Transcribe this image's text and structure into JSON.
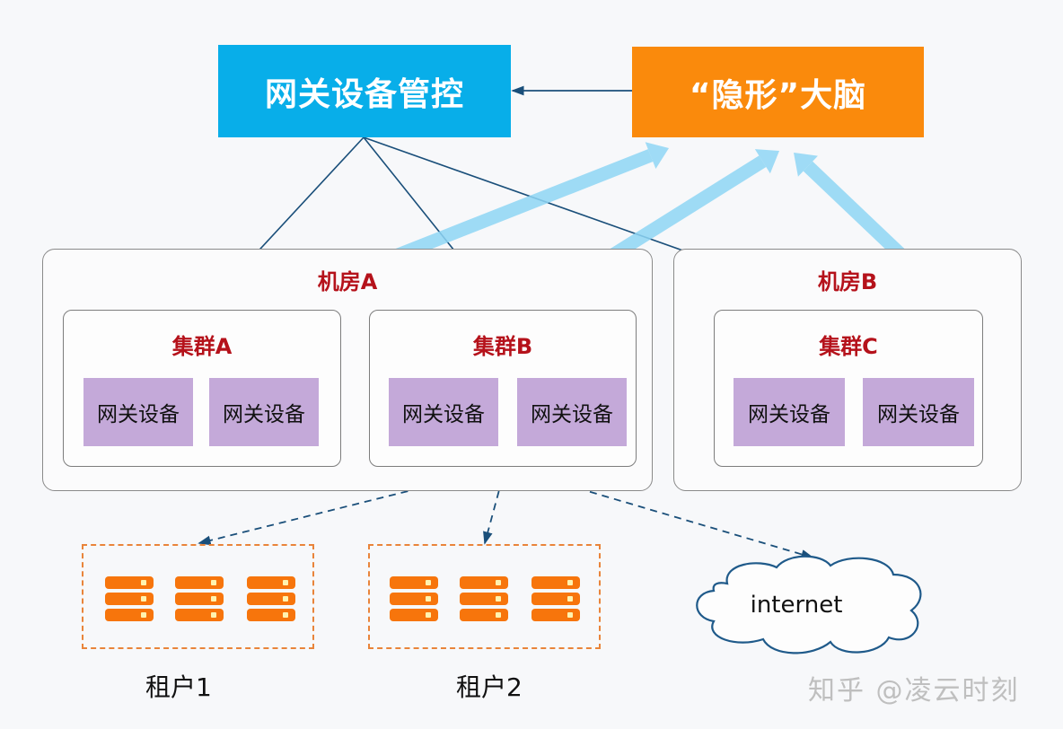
{
  "top": {
    "management_label": "网关设备管控",
    "brain_label": "“隐形”大脑"
  },
  "rooms": [
    {
      "label": "机房A",
      "clusters": [
        {
          "label": "集群A",
          "devices": [
            "网关设备",
            "网关设备"
          ]
        },
        {
          "label": "集群B",
          "devices": [
            "网关设备",
            "网关设备"
          ]
        }
      ]
    },
    {
      "label": "机房B",
      "clusters": [
        {
          "label": "集群C",
          "devices": [
            "网关设备",
            "网关设备"
          ]
        }
      ]
    }
  ],
  "tenants": [
    {
      "label": "租户1",
      "server_count": 3
    },
    {
      "label": "租户2",
      "server_count": 3
    }
  ],
  "cloud": {
    "label": "internet"
  },
  "watermark": "知乎 @凌云时刻",
  "colors": {
    "management": "#08aee9",
    "brain": "#fa8a0c",
    "cluster_title": "#b5121b",
    "device": "#c4a9d9",
    "server": "#f7750c",
    "tenant_border": "#e9843a",
    "thin_arrow": "#1a4f7a",
    "feedback_arrow": "#8fd6f5"
  }
}
